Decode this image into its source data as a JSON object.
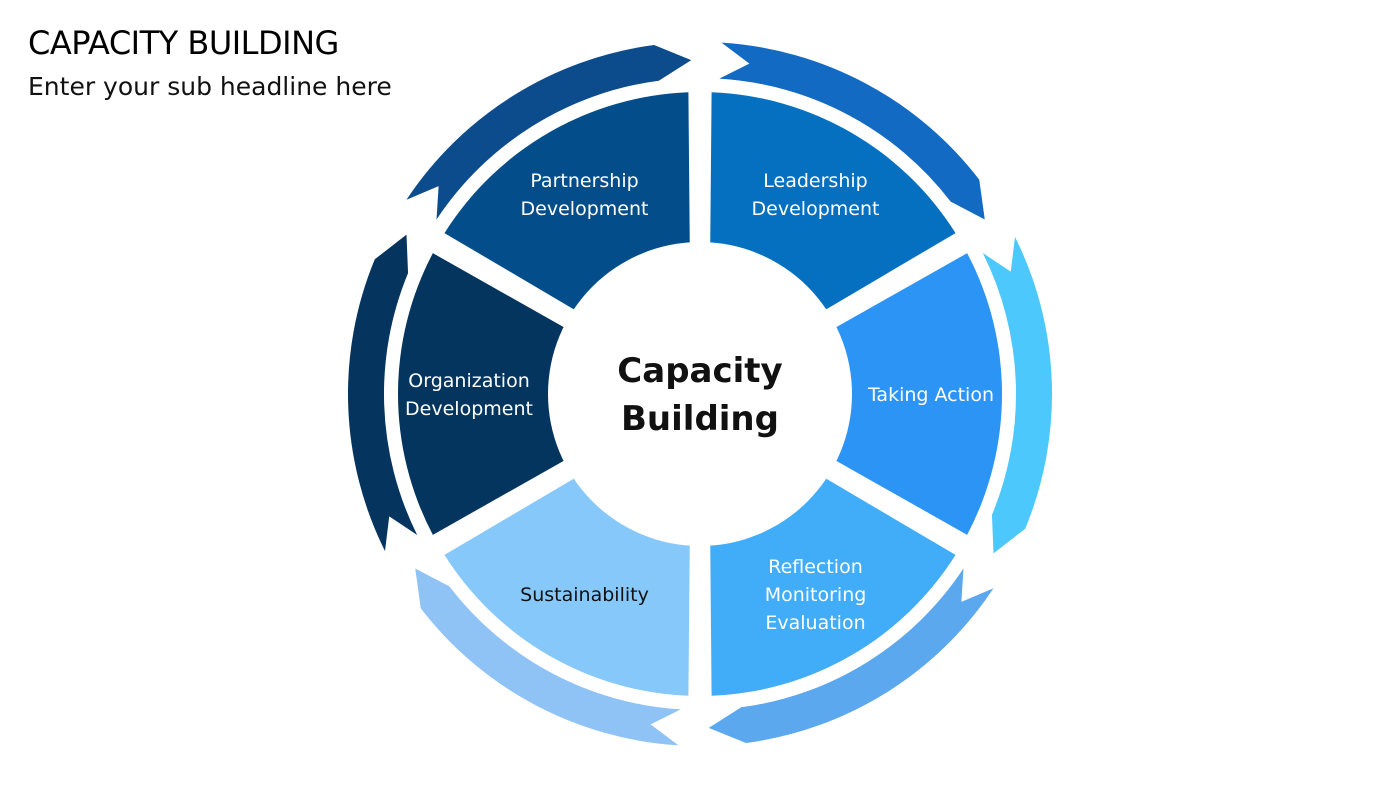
{
  "header": {
    "title": "CAPACITY BUILDING",
    "subtitle": "Enter your sub headline here"
  },
  "diagram": {
    "center_lines": [
      "Capacity",
      "Building"
    ],
    "segments": [
      {
        "lines": [
          "Organization",
          "Development"
        ],
        "fill": "#04355F",
        "arrow": "#05345E",
        "text_color": "#FFFFFF"
      },
      {
        "lines": [
          "Partnership",
          "Development"
        ],
        "fill": "#034E8A",
        "arrow": "#0C4B8C",
        "text_color": "#FFFFFF"
      },
      {
        "lines": [
          "Leadership",
          "Development"
        ],
        "fill": "#0570C0",
        "arrow": "#126AC2",
        "text_color": "#FFFFFF"
      },
      {
        "lines": [
          "Taking Action"
        ],
        "fill": "#2C94F5",
        "arrow": "#4CC8FC",
        "text_color": "#FFFFFF"
      },
      {
        "lines": [
          "Reflection",
          "Monitoring",
          "Evaluation"
        ],
        "fill": "#41ADF9",
        "arrow": "#5BA8EE",
        "text_color": "#FFFFFF"
      },
      {
        "lines": [
          "Sustainability"
        ],
        "fill": "#87C8FA",
        "arrow": "#8FC3F5",
        "text_color": "#111111"
      }
    ]
  }
}
